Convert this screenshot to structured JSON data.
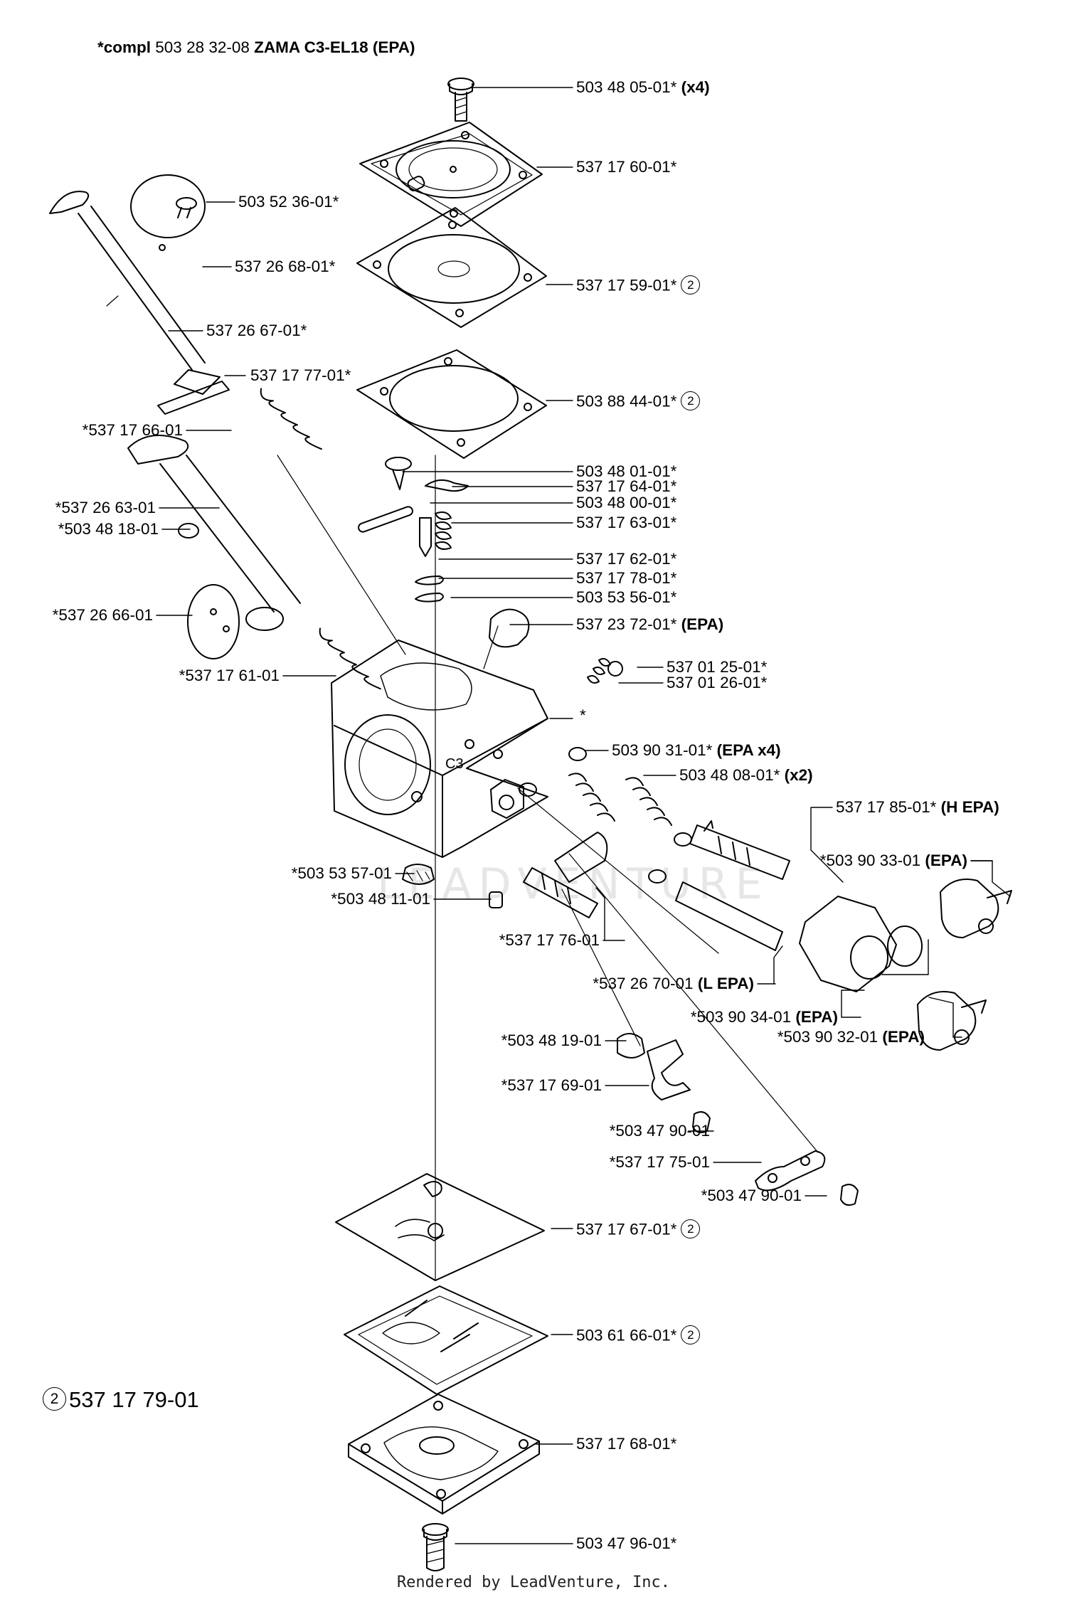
{
  "title": {
    "prefix": "*compl",
    "code": "503 28 32-08",
    "model": "ZAMA C3-EL18 (EPA)"
  },
  "note_symbol": "2",
  "legend": {
    "code": "537 17 79-01"
  },
  "watermark": "LEADVENTURE",
  "footer": "Rendered by LeadVenture, Inc.",
  "callouts": [
    {
      "id": "c01",
      "code": "503 48 05-01*",
      "suffix": "(x4)",
      "note": false
    },
    {
      "id": "c02",
      "code": "537 17 60-01*",
      "suffix": "",
      "note": false
    },
    {
      "id": "c03",
      "code": "503 52 36-01*",
      "suffix": "",
      "note": false
    },
    {
      "id": "c04",
      "code": "537 26 68-01*",
      "suffix": "",
      "note": false
    },
    {
      "id": "c05",
      "code": "537 17 59-01*",
      "suffix": "",
      "note": true
    },
    {
      "id": "c06",
      "code": "537 26 67-01*",
      "suffix": "",
      "note": false
    },
    {
      "id": "c07",
      "code": "537 17 77-01*",
      "suffix": "",
      "note": false
    },
    {
      "id": "c08",
      "code": "503 88 44-01*",
      "suffix": "",
      "note": true
    },
    {
      "id": "c09",
      "code": "*537 17 66-01",
      "suffix": "",
      "note": false
    },
    {
      "id": "c10",
      "code": "503 48 01-01*",
      "suffix": "",
      "note": false
    },
    {
      "id": "c11",
      "code": "537 17 64-01*",
      "suffix": "",
      "note": false
    },
    {
      "id": "c12",
      "code": "*537 26 63-01",
      "suffix": "",
      "note": false
    },
    {
      "id": "c13",
      "code": "503 48 00-01*",
      "suffix": "",
      "note": false
    },
    {
      "id": "c14",
      "code": "*503 48 18-01",
      "suffix": "",
      "note": false
    },
    {
      "id": "c15",
      "code": "537 17 63-01*",
      "suffix": "",
      "note": false
    },
    {
      "id": "c16",
      "code": "537 17 62-01*",
      "suffix": "",
      "note": false
    },
    {
      "id": "c17",
      "code": "537 17 78-01*",
      "suffix": "",
      "note": false
    },
    {
      "id": "c18",
      "code": "503 53 56-01*",
      "suffix": "",
      "note": false
    },
    {
      "id": "c19",
      "code": "*537 26 66-01",
      "suffix": "",
      "note": false
    },
    {
      "id": "c20",
      "code": "537 23 72-01*",
      "suffix": "(EPA)",
      "note": false
    },
    {
      "id": "c21",
      "code": "537 01 25-01*",
      "suffix": "",
      "note": false
    },
    {
      "id": "c22",
      "code": "*537 17 61-01",
      "suffix": "",
      "note": false
    },
    {
      "id": "c23",
      "code": "537 01 26-01*",
      "suffix": "",
      "note": false
    },
    {
      "id": "c24",
      "code": "*",
      "suffix": "",
      "note": false
    },
    {
      "id": "c25",
      "code": "503 90 31-01*",
      "suffix": "(EPA x4)",
      "note": false
    },
    {
      "id": "c26",
      "code": "503 48 08-01*",
      "suffix": "(x2)",
      "note": false
    },
    {
      "id": "c27",
      "code": "537 17 85-01*",
      "suffix": "(H EPA)",
      "note": false
    },
    {
      "id": "c28",
      "code": "*503 90 33-01",
      "suffix": "(EPA)",
      "note": false
    },
    {
      "id": "c29",
      "code": "*503 53 57-01",
      "suffix": "",
      "note": false
    },
    {
      "id": "c30",
      "code": "*503 48 11-01",
      "suffix": "",
      "note": false
    },
    {
      "id": "c31",
      "code": "*537 17 76-01",
      "suffix": "",
      "note": false
    },
    {
      "id": "c32",
      "code": "*537 26 70-01",
      "suffix": "(L EPA)",
      "note": false
    },
    {
      "id": "c33",
      "code": "*503 90 34-01",
      "suffix": "(EPA)",
      "note": false
    },
    {
      "id": "c34",
      "code": "*503 48 19-01",
      "suffix": "",
      "note": false
    },
    {
      "id": "c35",
      "code": "*503 90 32-01",
      "suffix": "(EPA)",
      "note": false
    },
    {
      "id": "c36",
      "code": "*537 17 69-01",
      "suffix": "",
      "note": false
    },
    {
      "id": "c37",
      "code": "*503 47 90-01",
      "suffix": "",
      "note": false
    },
    {
      "id": "c38",
      "code": "*537 17 75-01",
      "suffix": "",
      "note": false
    },
    {
      "id": "c39",
      "code": "*503 47 90-01",
      "suffix": "",
      "note": false
    },
    {
      "id": "c40",
      "code": "537 17 67-01*",
      "suffix": "",
      "note": true
    },
    {
      "id": "c41",
      "code": "503 61 66-01*",
      "suffix": "",
      "note": true
    },
    {
      "id": "c42",
      "code": "537 17 68-01*",
      "suffix": "",
      "note": false
    },
    {
      "id": "c43",
      "code": "503 47 96-01*",
      "suffix": "",
      "note": false
    }
  ]
}
